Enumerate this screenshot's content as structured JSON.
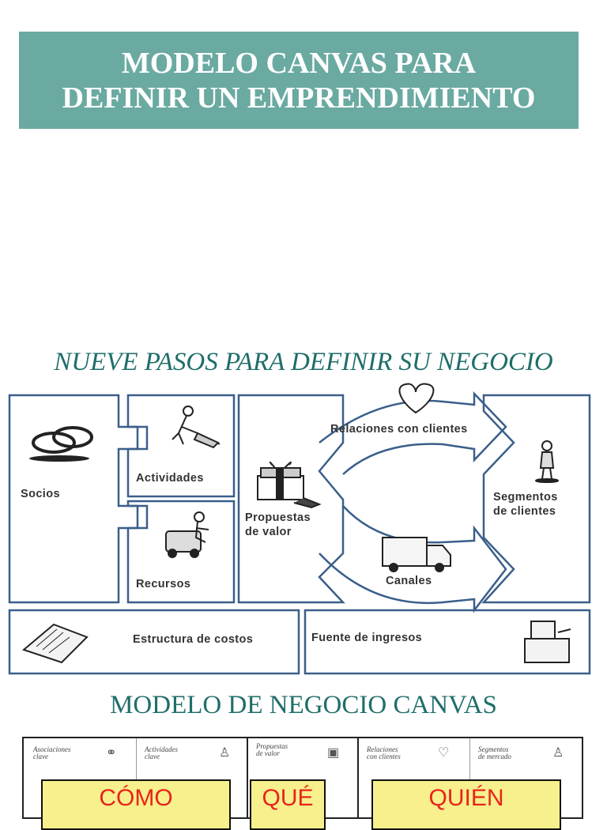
{
  "title": {
    "line1": "MODELO CANVAS PARA",
    "line2": "DEFINIR UN EMPRENDIMIENTO"
  },
  "heading_pasos": "NUEVE PASOS PARA DEFINIR SU NEGOCIO",
  "canvas": {
    "socios": "Socios",
    "actividades": "Actividades",
    "recursos": "Recursos",
    "propuestas_1": "Propuestas",
    "propuestas_2": "de valor",
    "relaciones": "Relaciones con clientes",
    "canales": "Canales",
    "segmentos_1": "Segmentos",
    "segmentos_2": "de clientes",
    "costos": "Estructura de costos",
    "ingresos": "Fuente de ingresos"
  },
  "heading_canvas": "MODELO DE NEGOCIO CANVAS",
  "mini_canvas": {
    "asociaciones": [
      "Asociaciones",
      "clave"
    ],
    "actividades": [
      "Actividades",
      "clave"
    ],
    "propuestas": [
      "Propuestas",
      "de valor"
    ],
    "relaciones": [
      "Relaciones",
      "con clientes"
    ],
    "segmentos": [
      "Segmentos",
      "de mercado"
    ],
    "como": "CÓMO",
    "que": "QUÉ",
    "quien": "QUIÉN"
  },
  "icons": [
    "rings-icon",
    "worker-icon",
    "forklift-icon",
    "gift-icon",
    "heart-icon",
    "person-icon",
    "truck-icon",
    "receipt-icon",
    "cash-register-icon"
  ]
}
